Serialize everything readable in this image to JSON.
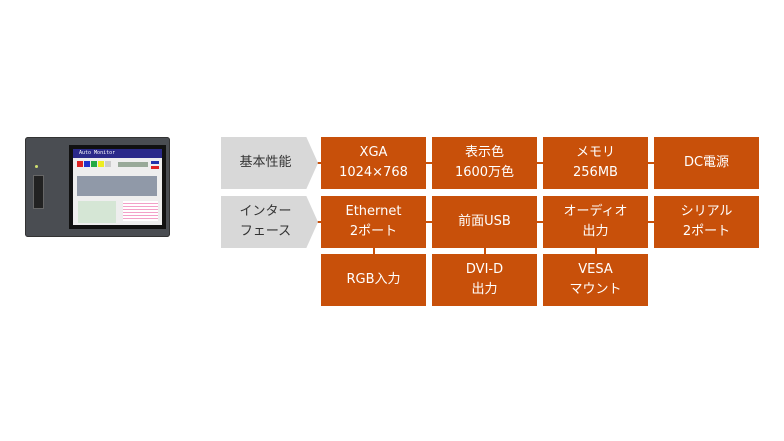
{
  "device": {
    "screen_title": "Auto Monitor"
  },
  "rows": [
    {
      "label": "基本性能",
      "boxes": [
        "XGA\n1024×768",
        "表示色\n1600万色",
        "メモリ\n256MB",
        "DC電源"
      ]
    },
    {
      "label": "インター\nフェース",
      "boxes": [
        "Ethernet\n2ポート",
        "前面USB",
        "オーディオ\n出力",
        "シリアル\n2ポート"
      ]
    },
    {
      "label": "",
      "boxes": [
        "RGB入力",
        "DVI-D\n出力",
        "VESA\nマウント"
      ]
    }
  ],
  "colors": {
    "accent": "#c8500a",
    "label_bg": "#d8d8d8"
  }
}
